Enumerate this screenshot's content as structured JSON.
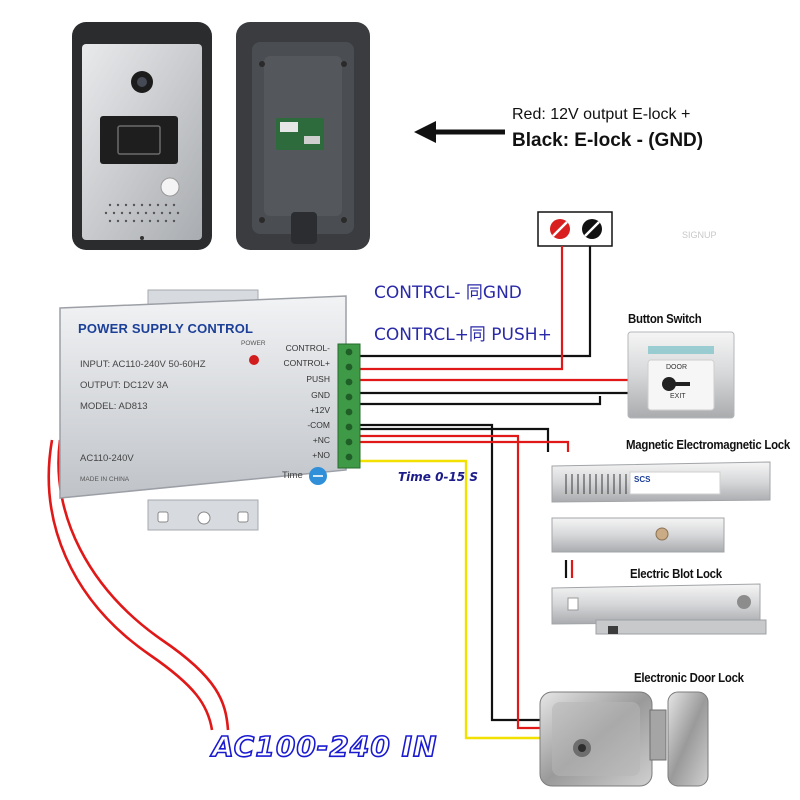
{
  "wiring_note": {
    "line1": "Red: 12V output E-lock +",
    "line2": "Black: E-lock - (GND)"
  },
  "control_labels": {
    "minus": "CONTRCL- 同GND",
    "plus": "CONTRCL+同 PUSH+"
  },
  "power_supply": {
    "title": "POWER SUPPLY CONTROL",
    "input": "INPUT: AC110-240V  50-60HZ",
    "output": "OUTPUT: DC12V  3A",
    "model": "MODEL: AD813",
    "power_label": "POWER",
    "ac_label": "AC110-240V",
    "made_in": "MADE IN CHINA",
    "time_label": "Time",
    "terminals": [
      "CONTROL-",
      "CONTROL+",
      "PUSH",
      "GND",
      "+12V",
      "-COM",
      "+NC",
      "+NO"
    ]
  },
  "devices": {
    "button_switch": "Button Switch",
    "mag_lock": "Magnetic Electromagnetic Lock",
    "bolt_lock": "Electric Blot Lock",
    "door_lock": "Electronic Door Lock",
    "button_door_text": "DOOR",
    "button_exit_text": "EXIT",
    "mag_lock_brand": "SCS"
  },
  "time_range": "Time 0-15 S",
  "ac_input": "AC100-240 IN",
  "watermark": "SIGNUP",
  "colors": {
    "red_wire": "#e01818",
    "black_wire": "#111111",
    "yellow_wire": "#f2e000",
    "label_blue": "#2a2aa8",
    "psu_body": "#e4e6ea"
  }
}
